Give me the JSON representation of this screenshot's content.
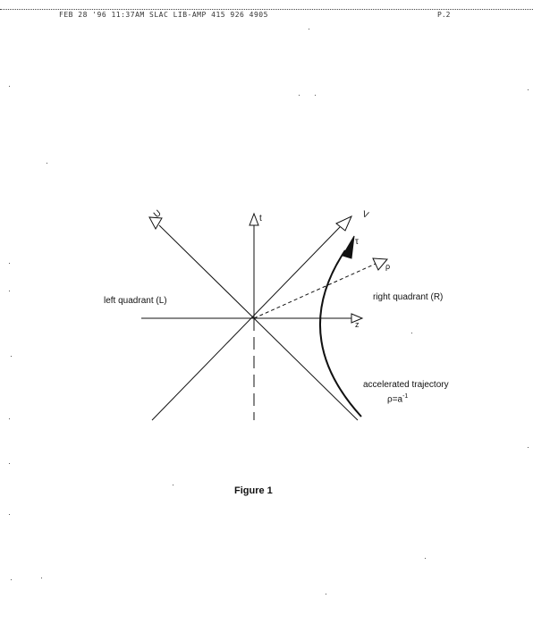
{
  "fax_header": {
    "transmission_line": "FEB 28 '96  11:37AM SLAC LIB-AMP 415 926 4905",
    "page_number": "P.2"
  },
  "figure": {
    "axis_labels": {
      "u": "U",
      "t": "t",
      "v": "V",
      "z": "z",
      "tau": "τ",
      "rho": "ρ"
    },
    "left_quadrant": "left quadrant (L)",
    "right_quadrant": "right quadrant (R)",
    "trajectory_label": "accelerated trajectory",
    "trajectory_equation": "ρ=a",
    "trajectory_exponent": "-1",
    "caption": "Figure 1"
  }
}
